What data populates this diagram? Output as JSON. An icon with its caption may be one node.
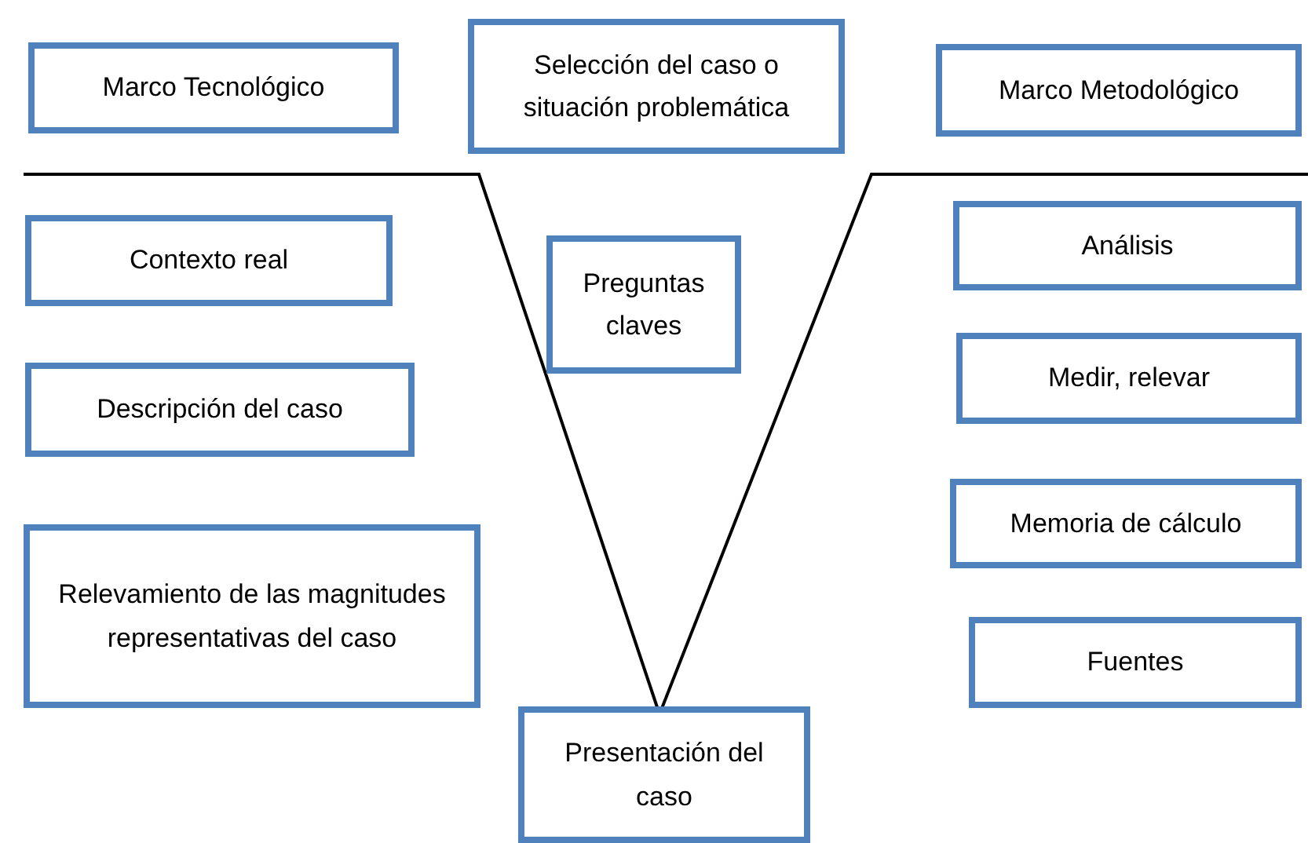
{
  "diagram": {
    "nodes": [
      {
        "text": [
          "Marco Tecnológico"
        ]
      },
      {
        "text": [
          "Selección del caso o situación problemática"
        ]
      },
      {
        "text": [
          "Marco Metodológico"
        ]
      },
      {
        "text": [
          "Contexto real"
        ]
      },
      {
        "text": [
          "Preguntas claves"
        ]
      },
      {
        "text": [
          "Análisis"
        ]
      },
      {
        "text": [
          "Descripción del caso"
        ]
      },
      {
        "text": [
          "Medir, relevar"
        ]
      },
      {
        "text": [
          "Memoria de cálculo"
        ]
      },
      {
        "text": [
          "Relevamiento de las magnitudes representativas del caso"
        ]
      },
      {
        "text": [
          "Fuentes"
        ]
      },
      {
        "text": [
          "Presentación del caso"
        ]
      }
    ]
  }
}
